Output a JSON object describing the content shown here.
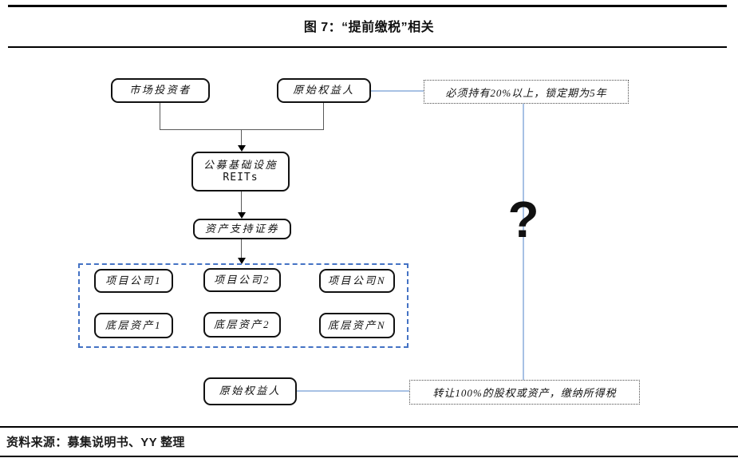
{
  "figure": {
    "title": "图 7：“提前缴税”相关",
    "source": "资料来源：募集说明书、YY 整理"
  },
  "flowchart": {
    "market_investor": "市场投资者",
    "originator_top": "原始权益人",
    "holding_note": "必须持有20%以上，锁定期为5年",
    "reits_line1": "公募基础设施",
    "reits_line2": "REITs",
    "abs_box": "资产支持证券",
    "project_companies": [
      "项目公司1",
      "项目公司2",
      "项目公司N"
    ],
    "underlying_assets": [
      "底层资产1",
      "底层资产2",
      "底层资产N"
    ],
    "originator_bottom": "原始权益人",
    "transfer_note": "转让100%的股权或资产，缴纳所得税",
    "question_mark": "?"
  },
  "colors": {
    "box_border": "#111111",
    "connector_gray": "#595959",
    "blue_line": "#a7c1e4",
    "dashed_group_blue": "#4472c4"
  }
}
